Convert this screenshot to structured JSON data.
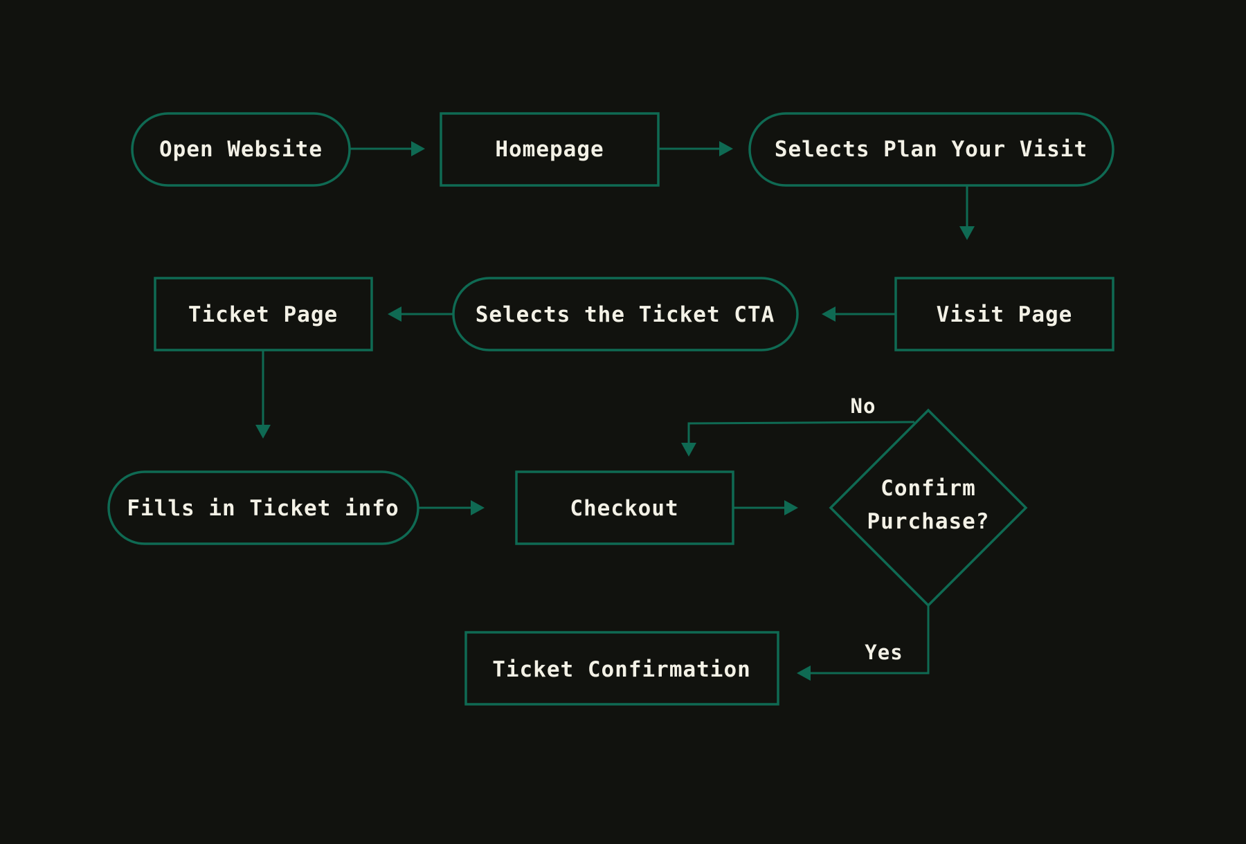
{
  "colors": {
    "background": "#11120e",
    "stroke": "#0f6a53",
    "text": "#f3f1e6"
  },
  "nodes": {
    "open_website": {
      "label": "Open Website",
      "shape": "pill"
    },
    "homepage": {
      "label": "Homepage",
      "shape": "rectangle"
    },
    "plan_visit": {
      "label": "Selects Plan Your Visit",
      "shape": "pill"
    },
    "visit_page": {
      "label": "Visit Page",
      "shape": "rectangle"
    },
    "ticket_cta": {
      "label": "Selects the Ticket CTA",
      "shape": "pill"
    },
    "ticket_page": {
      "label": "Ticket Page",
      "shape": "rectangle"
    },
    "fills_info": {
      "label": "Fills in Ticket info",
      "shape": "pill"
    },
    "checkout": {
      "label": "Checkout",
      "shape": "rectangle"
    },
    "confirm_purchase": {
      "label_line1": "Confirm",
      "label_line2": "Purchase?",
      "shape": "diamond"
    },
    "ticket_confirmation": {
      "label": "Ticket Confirmation",
      "shape": "rectangle"
    }
  },
  "edges": [
    {
      "from": "open_website",
      "to": "homepage",
      "label": ""
    },
    {
      "from": "homepage",
      "to": "plan_visit",
      "label": ""
    },
    {
      "from": "plan_visit",
      "to": "visit_page",
      "label": ""
    },
    {
      "from": "visit_page",
      "to": "ticket_cta",
      "label": ""
    },
    {
      "from": "ticket_cta",
      "to": "ticket_page",
      "label": ""
    },
    {
      "from": "ticket_page",
      "to": "fills_info",
      "label": ""
    },
    {
      "from": "fills_info",
      "to": "checkout",
      "label": ""
    },
    {
      "from": "checkout",
      "to": "confirm_purchase",
      "label": ""
    },
    {
      "from": "confirm_purchase",
      "to": "checkout",
      "label": "No"
    },
    {
      "from": "confirm_purchase",
      "to": "ticket_confirmation",
      "label": "Yes"
    }
  ]
}
